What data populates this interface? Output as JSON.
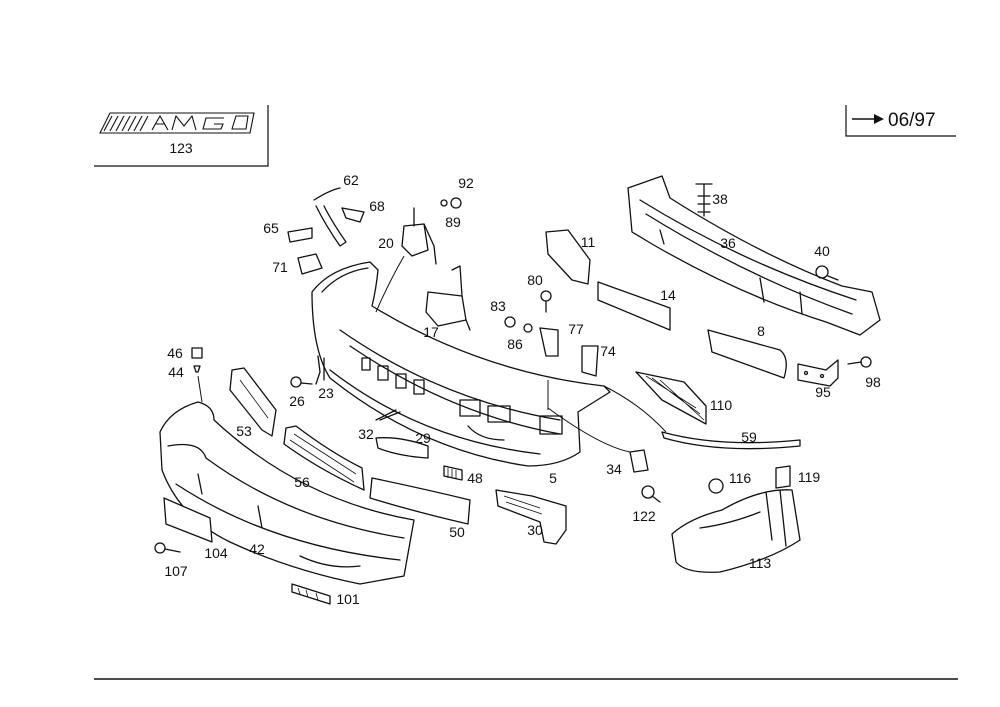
{
  "header": {
    "brand": "AMG",
    "group_number": "123",
    "date_marker": "06/97"
  },
  "icons": {
    "date_arrow": "right-arrow-icon",
    "logo": "amg-logo"
  },
  "callouts": [
    "62",
    "92",
    "68",
    "65",
    "89",
    "20",
    "71",
    "11",
    "38",
    "36",
    "40",
    "80",
    "14",
    "83",
    "77",
    "17",
    "86",
    "74",
    "8",
    "46",
    "44",
    "95",
    "98",
    "26",
    "23",
    "110",
    "53",
    "32",
    "29",
    "59",
    "56",
    "48",
    "34",
    "5",
    "116",
    "119",
    "122",
    "30",
    "50",
    "104",
    "42",
    "113",
    "107",
    "101"
  ]
}
